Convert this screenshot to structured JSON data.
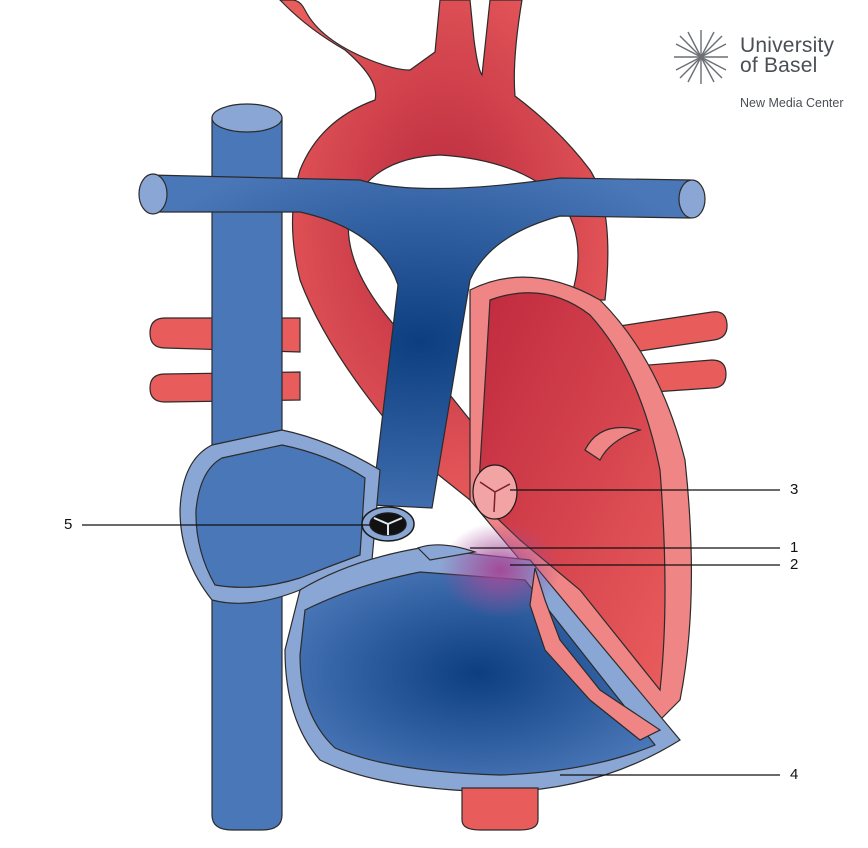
{
  "logo": {
    "name_line1": "University",
    "name_line2": "of Basel",
    "department": "New Media Center"
  },
  "labels": [
    "1",
    "2",
    "3",
    "4",
    "5"
  ],
  "colors": {
    "oxygenated": "#e95c5c",
    "deoxygenated": "#4a77b8",
    "chamber_wall_venous": "#8aa6d4",
    "chamber_wall_arterial": "#ef8585",
    "mixed_blood": "#9c4f9f",
    "logo_text": "#4b4f54"
  }
}
